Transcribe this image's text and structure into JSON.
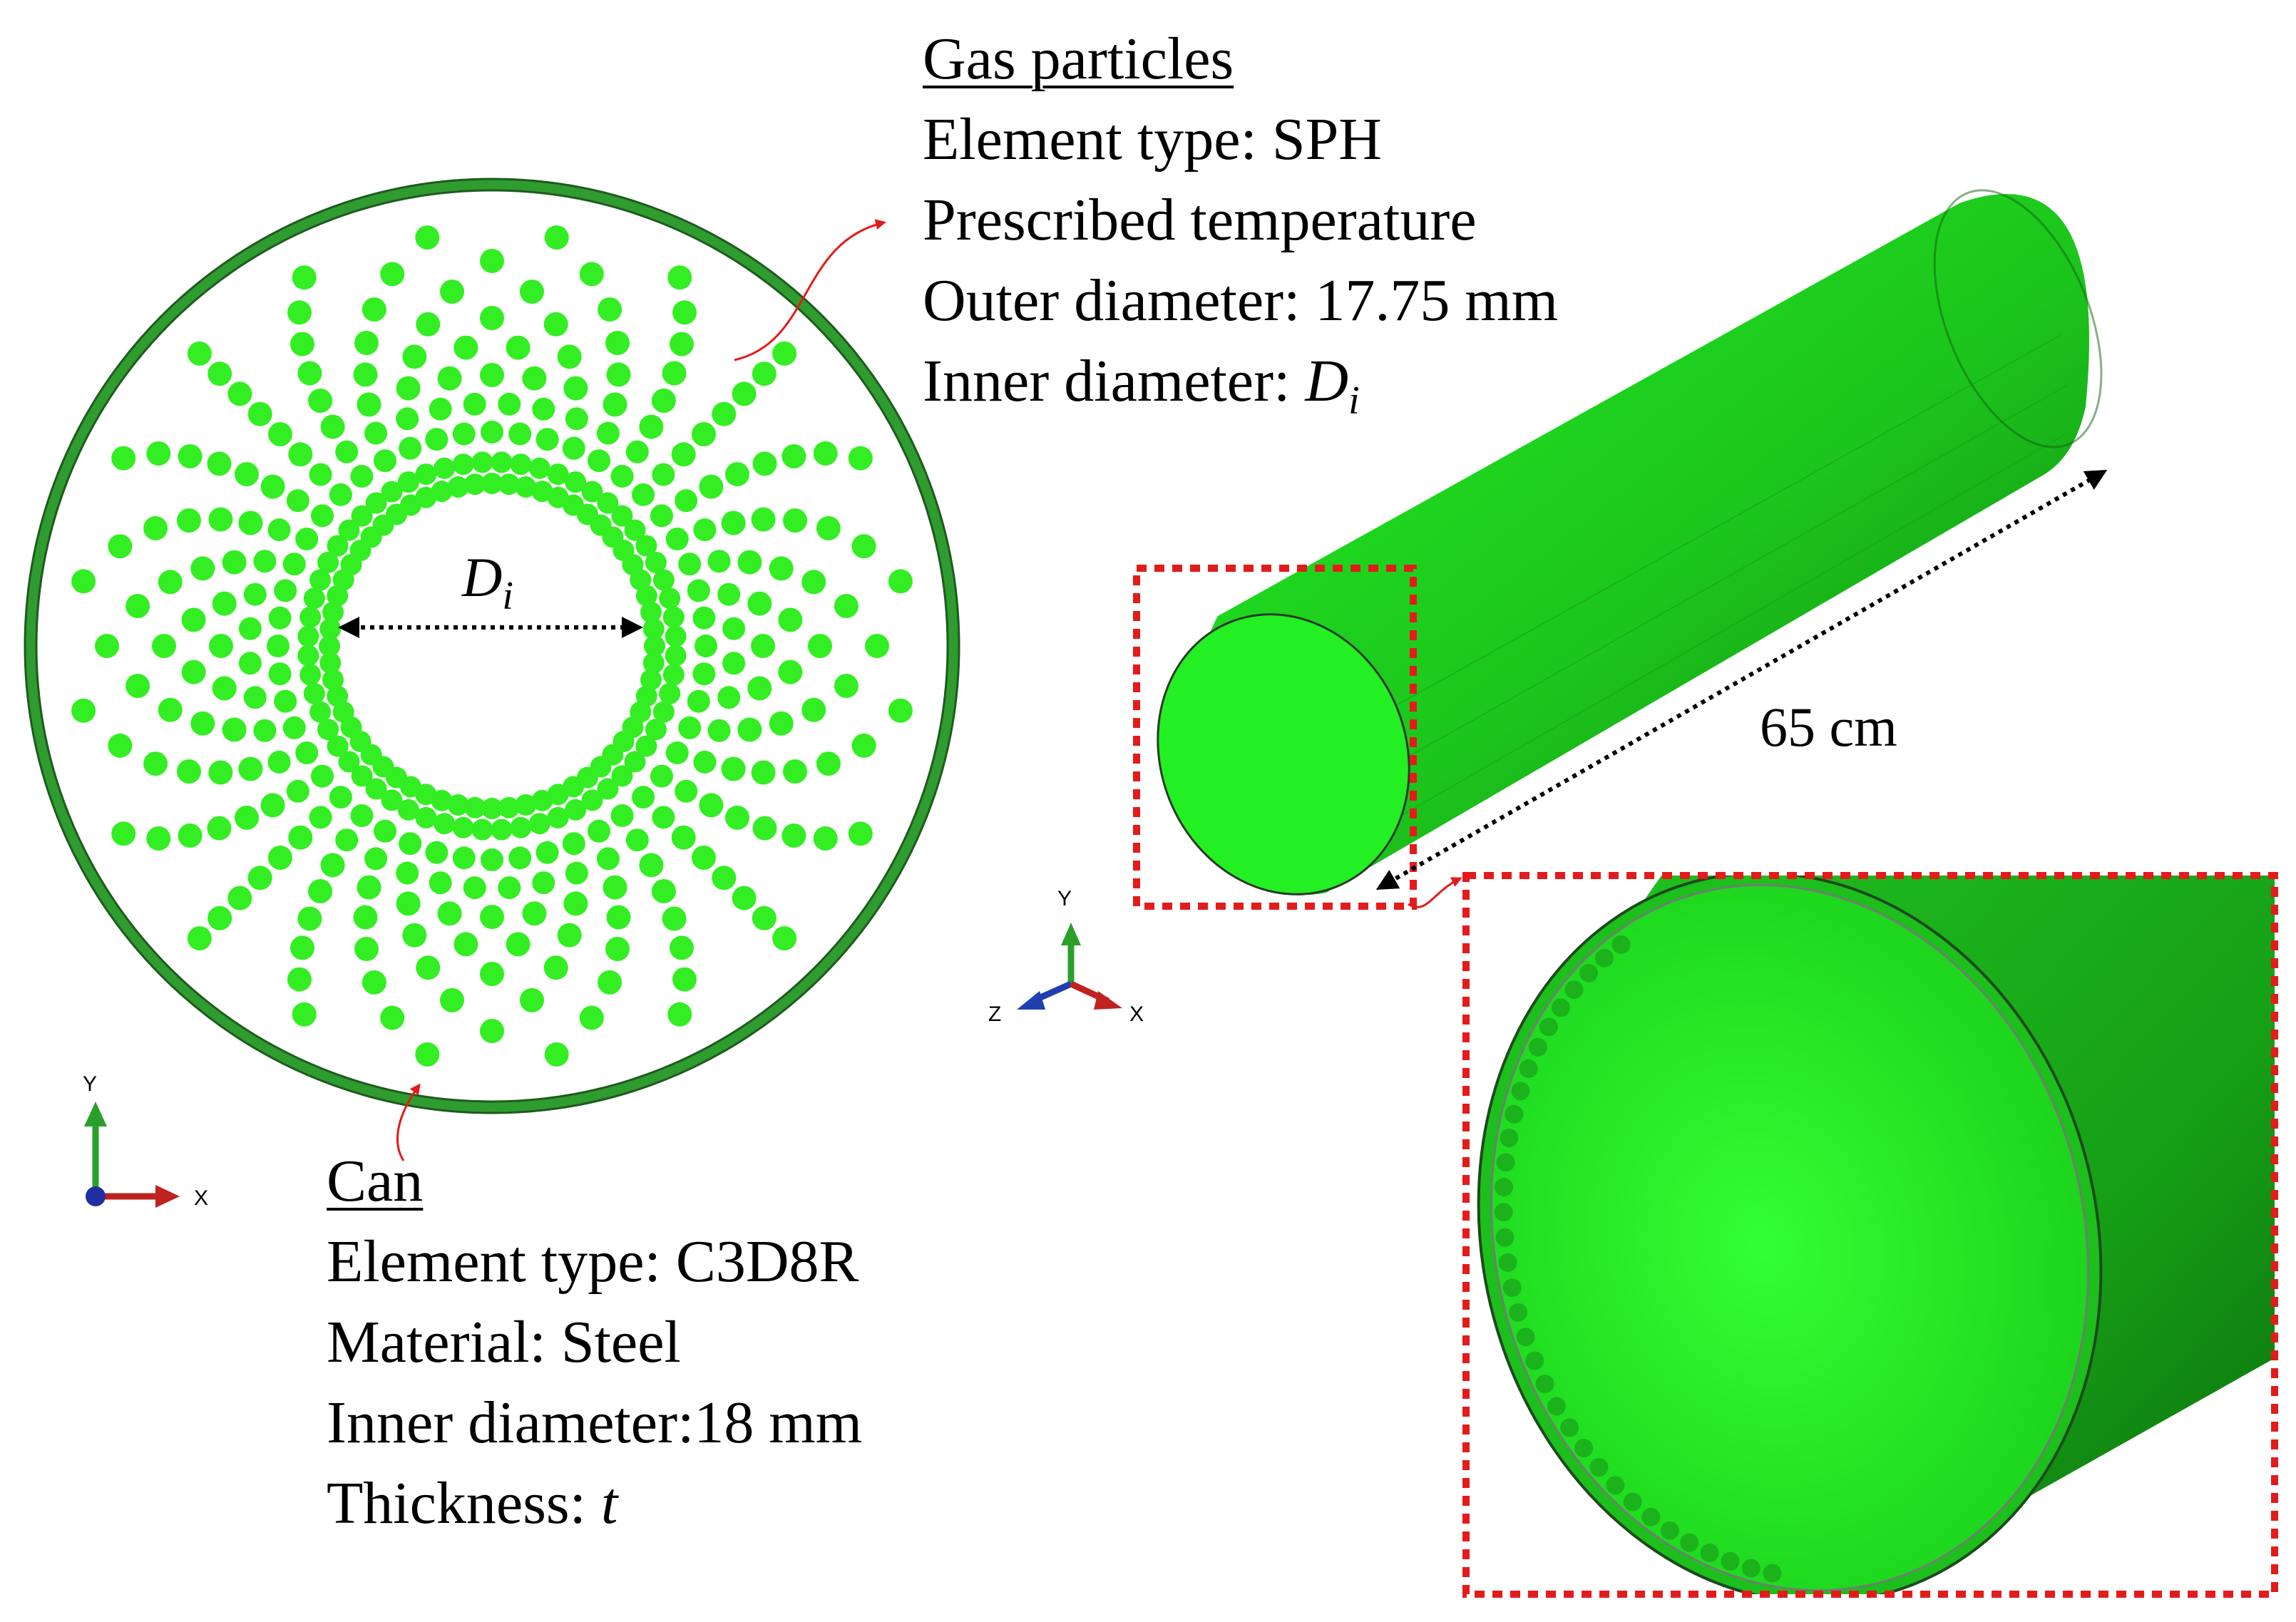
{
  "gas_particles": {
    "title": "Gas particles",
    "element_type": "Element type:  SPH",
    "condition": "Prescribed temperature",
    "outer_diameter": "Outer diameter: 17.75 mm",
    "inner_diameter_prefix": "Inner diameter: ",
    "inner_diameter_symbol": "D",
    "inner_diameter_subscript": "i"
  },
  "can": {
    "title": "Can",
    "element_type": "Element type:  C3D8R",
    "material": "Material: Steel",
    "inner_diameter": "Inner diameter:18 mm",
    "thickness_prefix": "Thickness: ",
    "thickness_symbol": "t"
  },
  "cross_section": {
    "dimension_symbol": "D",
    "dimension_subscript": "i",
    "particle_ring_counts": [
      60,
      60,
      48,
      44,
      40,
      36,
      32,
      28,
      24,
      20
    ],
    "colors": {
      "particle": "#33ee22",
      "can_ring": "#2e9c2e",
      "can_edge": "#1f5a1f"
    }
  },
  "cylinder_view": {
    "length_label": "65 cm",
    "colors": {
      "body_light": "#22ee22",
      "body_dark": "#118811",
      "highlight_box": "#e31b1b"
    }
  },
  "axes_2d": {
    "y": "Y",
    "x": "X"
  },
  "axes_3d": {
    "y": "Y",
    "z": "Z",
    "x": "X"
  },
  "axis_colors": {
    "y": "#2aa02a",
    "x": "#c0221f",
    "z": "#1f3fb0",
    "origin": "#1f2fa0"
  }
}
